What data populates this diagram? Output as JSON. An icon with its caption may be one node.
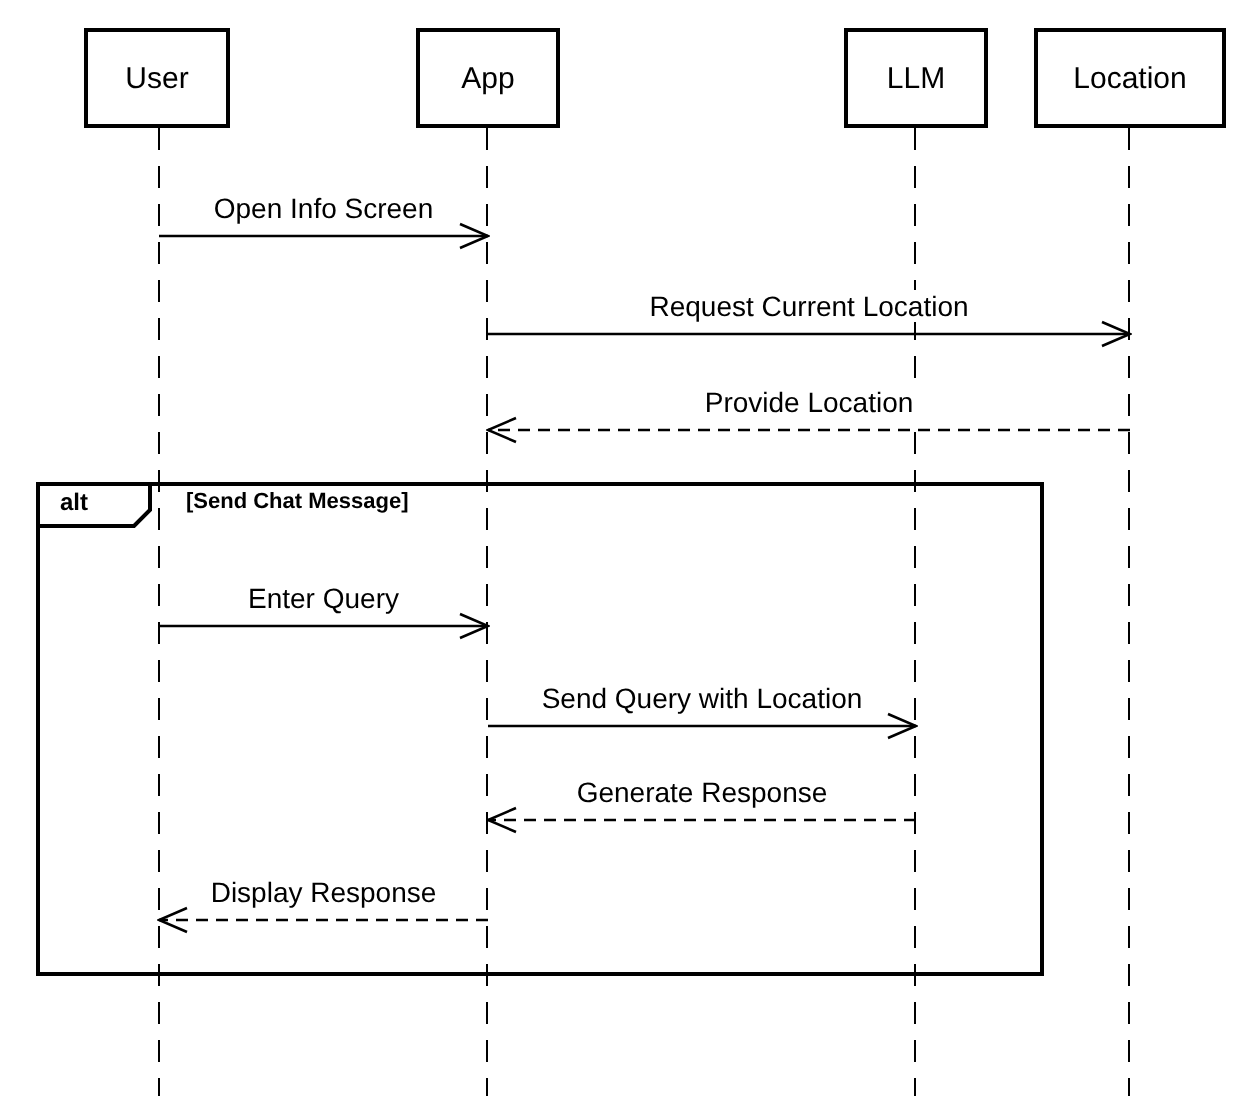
{
  "diagram": {
    "nodes": [
      {
        "text": [
          "User"
        ]
      },
      {
        "text": [
          "App"
        ]
      },
      {
        "text": [
          "LLM"
        ]
      },
      {
        "text": [
          "Location"
        ]
      },
      {
        "text": [],
        "shape": "line"
      },
      {
        "text": [],
        "shape": "line"
      },
      {
        "text": [],
        "shape": "line"
      },
      {
        "text": [],
        "shape": "line"
      },
      {
        "text": [
          "alt",
          "[Send Chat Message]"
        ]
      }
    ],
    "edges": [
      {
        "from": 4,
        "to": 5,
        "arrow": "to",
        "label": "Open Info Screen"
      },
      {
        "from": 5,
        "to": 7,
        "arrow": "to",
        "label": "Request Current Location"
      },
      {
        "from": 7,
        "to": 5,
        "arrow": "to",
        "label": "Provide Location",
        "style": "dashed"
      },
      {
        "from": 4,
        "to": 5,
        "arrow": "to",
        "label": "Enter Query"
      },
      {
        "from": 5,
        "to": 6,
        "arrow": "to",
        "label": "Send Query with Location"
      },
      {
        "from": 6,
        "to": 5,
        "arrow": "to",
        "label": "Generate Response",
        "style": "dashed"
      },
      {
        "from": 5,
        "to": 4,
        "arrow": "to",
        "label": "Display Response",
        "style": "dashed"
      }
    ]
  }
}
